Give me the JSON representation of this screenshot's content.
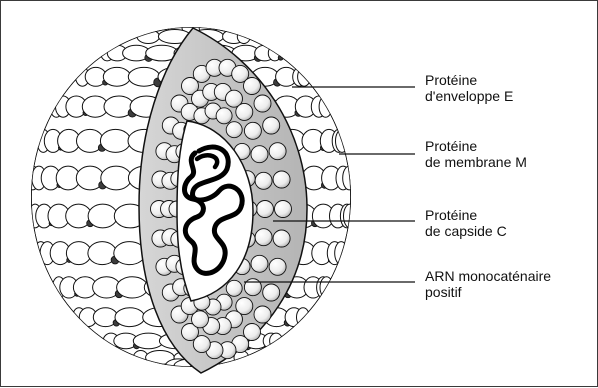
{
  "labels": {
    "envelope": {
      "line1": "Protéine",
      "line2": "d'enveloppe E"
    },
    "membrane": {
      "line1": "Protéine",
      "line2": "de membrane M"
    },
    "capsid": {
      "line1": "Protéine",
      "line2": "de capside C"
    },
    "rna": {
      "line1": "ARN monocaténaire",
      "line2": "positif"
    }
  },
  "colors": {
    "outline": "#111111",
    "envelope_ellipse": "#ffffff",
    "membrane_dot": "#3c3c3c",
    "cut_surface": "#c4c4c4",
    "capsid_sphere": "#f2f2f2",
    "core": "#ffffff",
    "rna_strand": "#000000"
  }
}
